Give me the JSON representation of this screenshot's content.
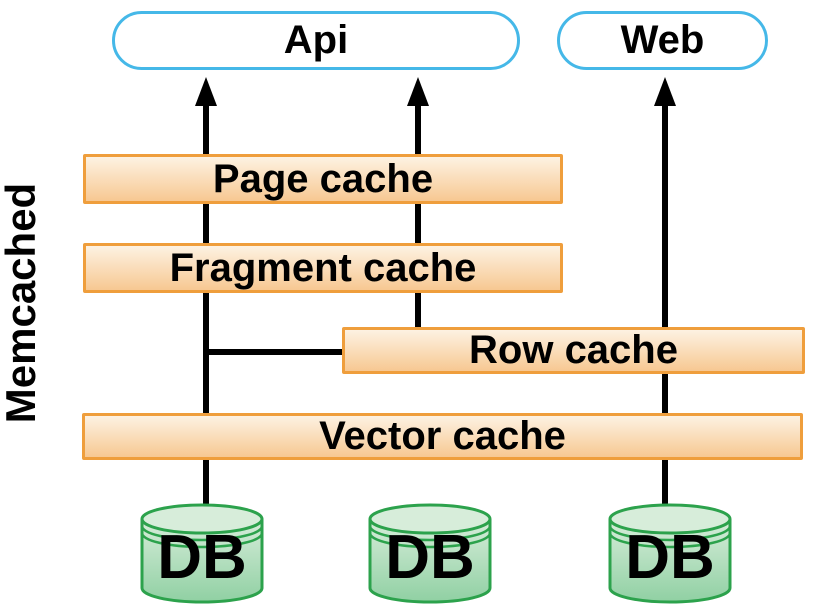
{
  "diagram": {
    "side_label": "Memcached",
    "top_nodes": [
      {
        "label": "Api"
      },
      {
        "label": "Web"
      }
    ],
    "cache_layers": [
      {
        "label": "Page cache"
      },
      {
        "label": "Fragment cache"
      },
      {
        "label": "Row cache"
      },
      {
        "label": "Vector cache"
      }
    ],
    "databases": [
      {
        "label": "DB"
      },
      {
        "label": "DB"
      },
      {
        "label": "DB"
      }
    ]
  },
  "colors": {
    "node_border_blue": "#45B8E8",
    "cache_border_orange": "#EF9E3C",
    "cache_fill_top": "#FDF2E2",
    "cache_fill_bottom": "#F7C892",
    "db_stroke_green": "#2CA24C",
    "db_fill_top": "#D7EDDA",
    "db_fill_bottom": "#90D0A3",
    "line_black": "#000000"
  }
}
